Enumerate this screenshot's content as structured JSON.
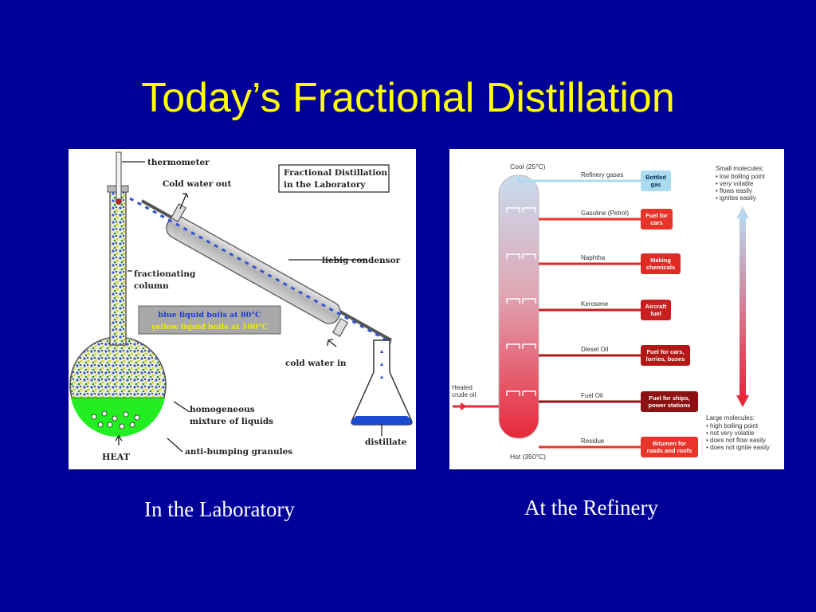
{
  "slide": {
    "title": "Today’s Fractional Distillation",
    "caption_left": "In the Laboratory",
    "caption_right": "At the Refinery"
  },
  "lab": {
    "header_line1": "Fractional Distillation",
    "header_line2": "in the Laboratory",
    "thermometer": "thermometer",
    "cold_water_out": "Cold water out",
    "liebig_condensor": "liebig condensor",
    "fractionating": "fractionating",
    "column": "column",
    "blue_boils": "blue liquid boils at 80°C",
    "yellow_boils": "yellow liquid boils at 100°C",
    "cold_water_in": "cold water in",
    "homogeneous": "homogeneous",
    "mixture": "mixture of liquids",
    "anti_bumping": "anti-bumping granules",
    "heat": "HEAT",
    "distillate": "distillate"
  },
  "refinery": {
    "top_temp": "Cool (25°C)",
    "bottom_temp": "Hot (350°C)",
    "heated_line1": "Heated",
    "heated_line2": "crude oil",
    "fractions": [
      {
        "name": "Refinery gases",
        "use1": "Bottled",
        "use2": "gas",
        "color": "#aadcf0"
      },
      {
        "name": "Gasoline (Petrol)",
        "use1": "Fuel for",
        "use2": "cars",
        "color": "#e8342a"
      },
      {
        "name": "Naphtha",
        "use1": "Making",
        "use2": "chemicals",
        "color": "#e02a26"
      },
      {
        "name": "Kerosene",
        "use1": "Aircraft",
        "use2": "fuel",
        "color": "#c91f1f"
      },
      {
        "name": "Diesel Oil",
        "use1": "Fuel for cars,",
        "use2": "lorries, buses",
        "color": "#b11818"
      },
      {
        "name": "Fuel Oil",
        "use1": "Fuel for ships,",
        "use2": "power stations",
        "color": "#8c1212"
      },
      {
        "name": "Residue",
        "use1": "Bitumen for",
        "use2": "roads and roofs",
        "color": "#e8342a"
      }
    ],
    "small_title": "Small molecules:",
    "small_props": [
      "• low boiling point",
      "• very volatile",
      "• flows easily",
      "• ignites easily"
    ],
    "large_title": "Large molecules:",
    "large_props": [
      "• high boiling point",
      "• not very volatile",
      "• does not flow easily",
      "• does not ignite easily"
    ]
  }
}
